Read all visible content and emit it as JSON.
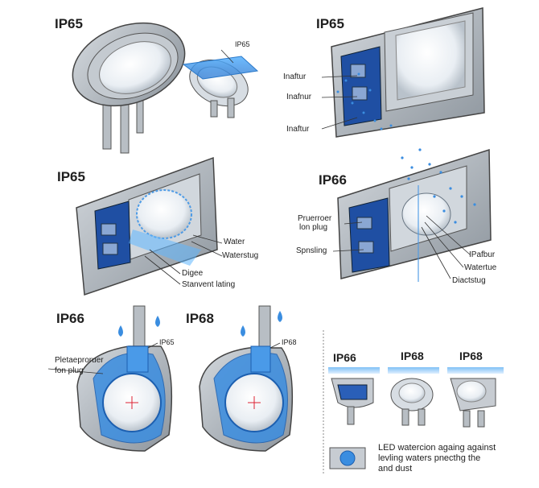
{
  "panels": {
    "p1": {
      "title": "IP65",
      "label": "IP65"
    },
    "p2": {
      "title": "IP65",
      "labels": [
        "Inaftur",
        "Inafnur",
        "Inaftur"
      ]
    },
    "p3": {
      "title": "IP65",
      "labels": [
        "Water",
        "Waterstug",
        "Digee",
        "Stanvent lating"
      ]
    },
    "p4": {
      "title": "IP66",
      "labels": [
        "Pruerroer",
        "lon plug",
        "Spnsling",
        "IPafbur",
        "Watertue",
        "Diactstug"
      ]
    },
    "p5": {
      "title": "IP66",
      "tag": "IP65",
      "side_label_1": "Pletaeproruer",
      "side_label_2": "fon plug"
    },
    "p6": {
      "title": "IP68",
      "tag": "IP68"
    }
  },
  "comparison": {
    "headers": [
      "IP66",
      "IP68",
      "IP68"
    ],
    "note_line1": "LED watercion againg against",
    "note_line2": "levling waters pnecthg the",
    "note_line3": "and dust"
  },
  "colors": {
    "water": "#2e8fe0",
    "metal": "#9ea5ad",
    "dark_metal": "#5c646d"
  }
}
